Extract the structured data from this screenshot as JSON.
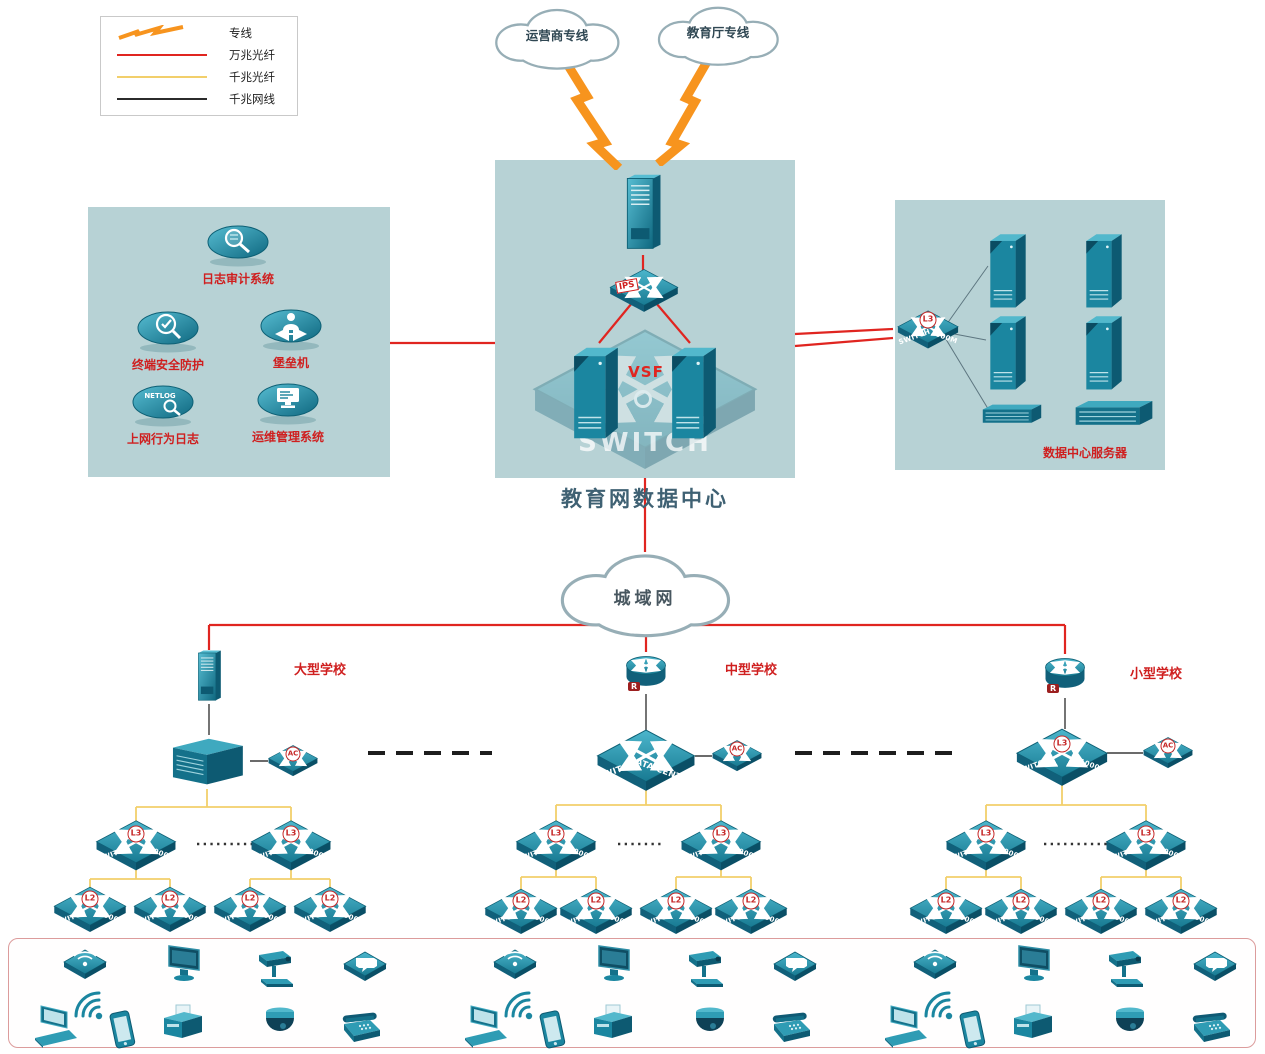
{
  "legend": {
    "items": [
      {
        "label": "专线",
        "type": "lightning",
        "color": "#F7941E"
      },
      {
        "label": "万兆光纤",
        "type": "line",
        "color": "#E02520"
      },
      {
        "label": "千兆光纤",
        "type": "line",
        "color": "#F2CF6B"
      },
      {
        "label": "千兆网线",
        "type": "line",
        "color": "#2B2B2B"
      }
    ]
  },
  "clouds": {
    "carrier": "运营商专线",
    "education": "教育厅专线",
    "man": "城域网"
  },
  "datacenter": {
    "title": "教育网数据中心"
  },
  "left_box": {
    "items": [
      {
        "label": "日志审计系统"
      },
      {
        "label": "终端安全防护"
      },
      {
        "label": "堡垒机"
      },
      {
        "label": "上网行为日志"
      },
      {
        "label": "运维管理系统"
      }
    ]
  },
  "right_box": {
    "label": "数据中心服务器"
  },
  "schools": [
    {
      "name": "大型学校"
    },
    {
      "name": "中型学校"
    },
    {
      "name": "小型学校"
    }
  ],
  "labels": {
    "switch": "SWITCH",
    "m1000": "1000M",
    "l3": "L3",
    "l2": "L2",
    "ac": "AC",
    "r": "R",
    "ips": "IPS",
    "vsf": "VSF",
    "vsf_switch": "SWITCH",
    "datacenter_core": "DATA CENTER",
    "netlog": "NETLOG"
  }
}
